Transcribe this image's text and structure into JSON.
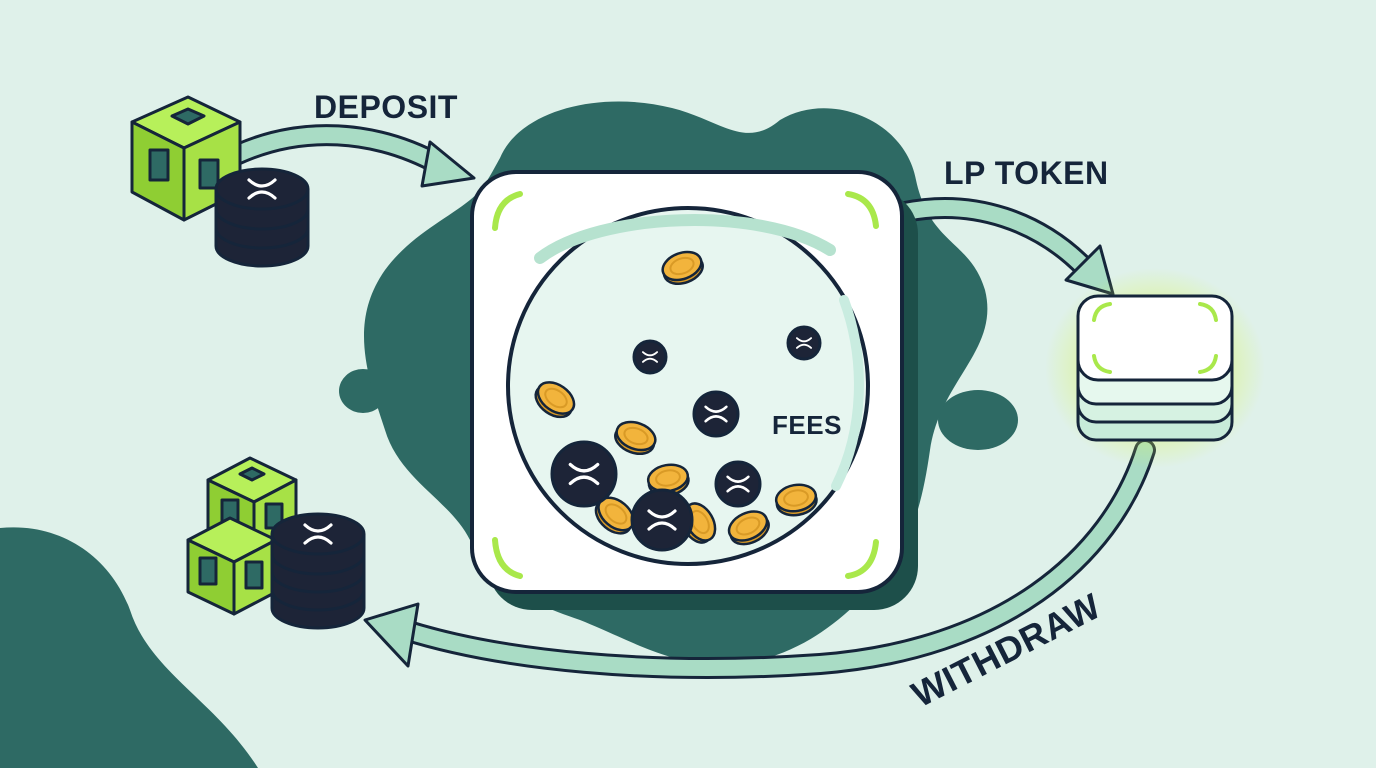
{
  "labels": {
    "deposit": "DEPOSIT",
    "lp_token": "LP TOKEN",
    "fees": "FEES",
    "withdraw": "WITHDRAW"
  },
  "coin_symbol": "✕",
  "icons": {
    "deposit_assets": [
      "green-cube-icon",
      "xrp-coin-stack-icon"
    ],
    "withdraw_assets": [
      "green-cube-stack-icon",
      "xrp-coin-stack-icon"
    ],
    "pool": "liquidity-pool-jar-icon",
    "lp_token": "lp-token-stack-icon"
  },
  "colors": {
    "background": "#dff1ea",
    "blob": "#2e6a64",
    "arrow": "#a9dcc5",
    "lime": "#a9e84b",
    "coin_dark": "#1d2437",
    "coin_gold": "#f2b43c",
    "outline": "#15253a",
    "text": "#15253a"
  }
}
